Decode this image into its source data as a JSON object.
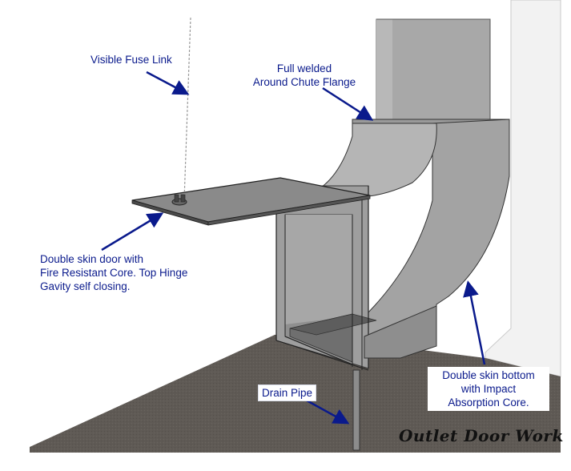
{
  "labels": {
    "fuse_link": "Visible Fuse Link",
    "flange_line1": "Full welded",
    "flange_line2": "Around Chute Flange",
    "door_line1": "Double skin door with",
    "door_line2": "Fire Resistant Core. Top Hinge",
    "door_line3": "Gavity self closing.",
    "bottom_line1": "Double skin bottom",
    "bottom_line2": "with Impact",
    "bottom_line3": "Absorption Core.",
    "drain_pipe": "Drain Pipe"
  },
  "caption": "Outlet Door Work",
  "colors": {
    "annotation": "#0a1a8c",
    "metal": "#a9a9a9",
    "metal_dark": "#8e8e8e",
    "metal_light": "#c2c2c2",
    "floor": "#5f5a55",
    "wall": "#f1f1f1"
  }
}
